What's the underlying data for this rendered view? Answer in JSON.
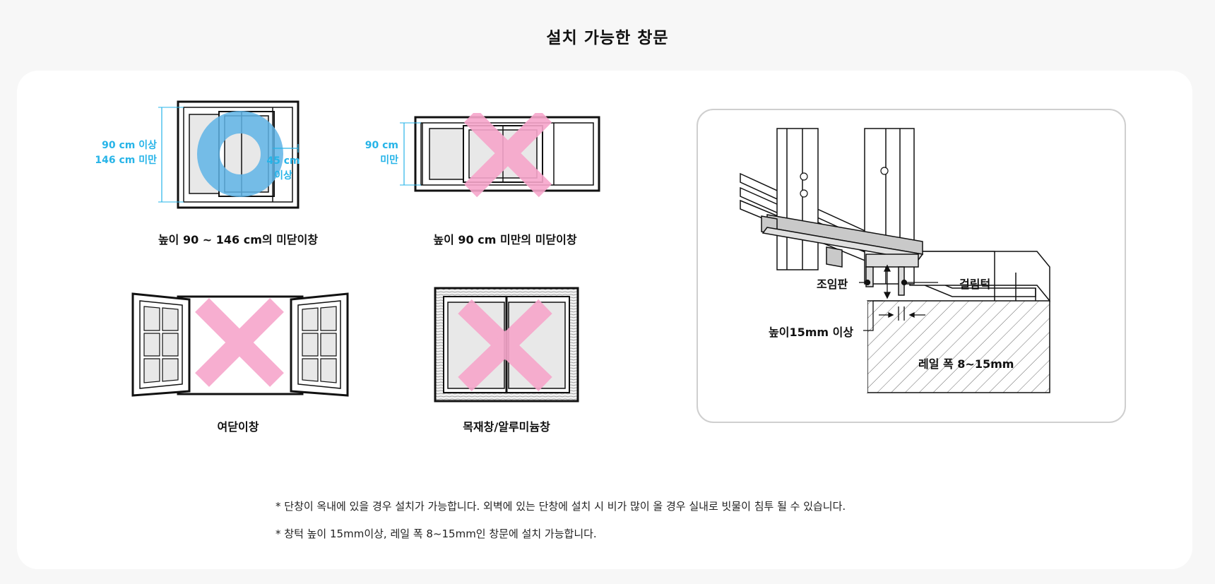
{
  "title": "설치 가능한 창문",
  "windows": [
    {
      "caption": "높이 90 ~ 146 cm의 미닫이창",
      "height_label_1": "90 cm 이상",
      "height_label_2": "146 cm 미만",
      "width_label_1": "45 cm",
      "width_label_2": "이상",
      "mark": "O"
    },
    {
      "caption": "높이 90 cm 미만의 미닫이창",
      "height_label_1": "90 cm",
      "height_label_2": "미만",
      "mark": "X"
    },
    {
      "caption": "여닫이창",
      "mark": "X"
    },
    {
      "caption": "목재창/알루미늄창",
      "mark": "X"
    }
  ],
  "detail": {
    "label_plate": "조임판",
    "label_sill": "걸림턱",
    "label_height": "높이15mm 이상",
    "label_rail": "레일 폭 8~15mm"
  },
  "notes": [
    "* 단창이 옥내에 있을 경우 설치가 가능합니다. 외벽에 있는 단창에 설치 시 비가 많이 올 경우 실내로 빗물이 침투 될 수 있습니다.",
    "* 창턱 높이 15mm이상, 레일 폭 8~15mm인 창문에 설치 가능합니다."
  ],
  "colors": {
    "ok_mark": "#5fb4e6",
    "no_mark": "#f7a6cb",
    "dimension": "#27b4e8"
  }
}
